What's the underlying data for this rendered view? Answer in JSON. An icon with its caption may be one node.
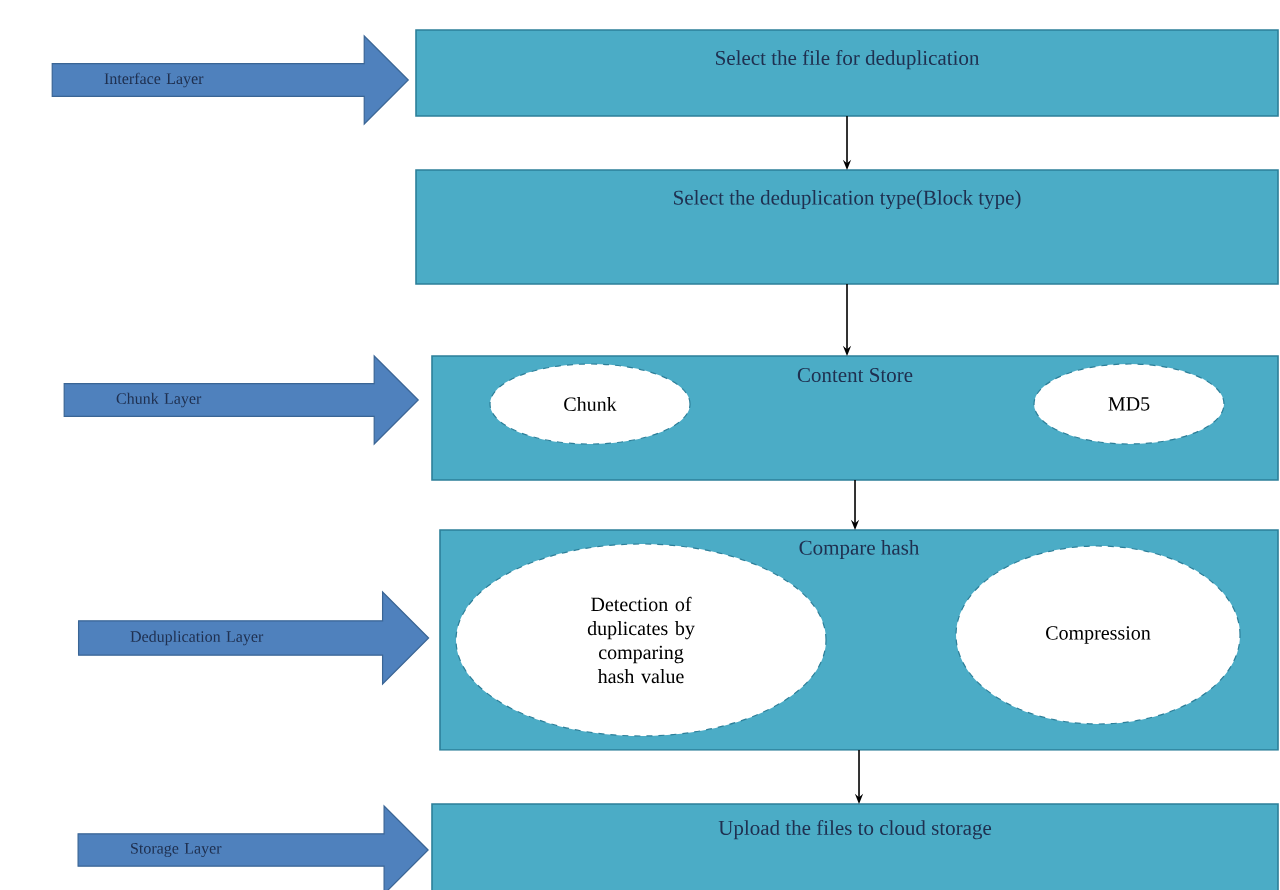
{
  "diagram": {
    "nodes": [
      {
        "text": [
          "Interface Layer"
        ]
      },
      {
        "text": [
          "Select the file for deduplication"
        ]
      },
      {
        "text": [
          "Select the deduplication type(Block type)"
        ]
      },
      {
        "text": [
          "Chunk Layer"
        ]
      },
      {
        "text": [
          "Content Store"
        ]
      },
      {
        "text": [
          "Chunk"
        ],
        "in": 4
      },
      {
        "text": [
          "MD5"
        ],
        "in": 4
      },
      {
        "text": [
          "Deduplication Layer"
        ]
      },
      {
        "text": [
          "Compare hash"
        ]
      },
      {
        "text": [
          "Detection of duplicates by comparing hash value"
        ],
        "in": 8
      },
      {
        "text": [
          "Compression"
        ],
        "in": 8
      },
      {
        "text": [
          "Storage Layer"
        ]
      },
      {
        "text": [
          "Upload the files to cloud storage"
        ]
      }
    ],
    "edges": [
      {
        "from": 1,
        "to": 2,
        "arrow": "to"
      },
      {
        "from": 2,
        "to": 4,
        "arrow": "to"
      },
      {
        "from": 4,
        "to": 8,
        "arrow": "to"
      },
      {
        "from": 8,
        "to": 12,
        "arrow": "to"
      }
    ]
  }
}
